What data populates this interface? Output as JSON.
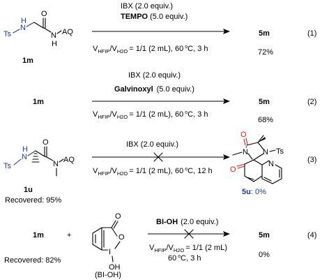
{
  "scheme": {
    "r1": {
      "reactant_ts": "Ts",
      "reactant_n": "N",
      "reactant_h": "H",
      "reactant_o": "O",
      "reactant_nh": "N",
      "reactant_h2": "H",
      "reactant_aq": "AQ",
      "reactant_label": "1m",
      "reagent1": "IBX (2.0 equiv.)",
      "reagent2_name": "TEMPO",
      "reagent2_amount": "(5.0 equiv.)",
      "cond_v": "V",
      "cond_hfip": "HFIP",
      "cond_slash": "/V",
      "cond_h2o": "H2O",
      "cond_rest": "= 1/1 (2 mL), 60",
      "cond_deg": "o",
      "cond_end": "C, 3 h",
      "product": "5m",
      "yield": "72%",
      "number": "(1)"
    },
    "r2": {
      "reactant_label": "1m",
      "reagent1": "IBX (2.0 equiv.)",
      "reagent2_name": "Galvinoxyl",
      "reagent2_amount": "(5.0 equiv.)",
      "cond_v": "V",
      "cond_hfip": "HFIP",
      "cond_slash": "/V",
      "cond_h2o": "H2O",
      "cond_rest": "= 1/1 (2 mL), 60",
      "cond_deg": "o",
      "cond_end": "C, 3 h",
      "product": "5m",
      "yield": "68%",
      "number": "(2)"
    },
    "r3": {
      "reactant_ts": "Ts",
      "reactant_n": "N",
      "reactant_h": "H",
      "reactant_o": "O",
      "reactant_n2": "N",
      "reactant_aq": "AQ",
      "reactant_label": "1u",
      "recovered": "Recovered: 95%",
      "reagent1": "IBX (2.0 equiv.)",
      "cond_v": "V",
      "cond_hfip": "HFIP",
      "cond_slash": "/V",
      "cond_h2o": "H2O",
      "cond_rest": "= 1/1 (2 mL), 60",
      "cond_deg": "o",
      "cond_end": "C, 12 h",
      "product_o1": "O",
      "product_n1": "N",
      "product_n2": "N",
      "product_ts": "Ts",
      "product_o2": "O",
      "product_n3": "N",
      "product_label": "5u",
      "product_yield": ": 0%",
      "number": "(3)"
    },
    "r4": {
      "reactant_label": "1m",
      "plus": "+",
      "recovered": "Recovered: 82%",
      "biooh_o1": "O",
      "biooh_o2": "O",
      "biooh_i": "I",
      "biooh_oh": "OH",
      "biooh_label": "(BI-OH)",
      "reagent_name": "BI-OH",
      "reagent_amount": "(2.0 equiv.)",
      "cond_v": "V",
      "cond_hfip": "HFIP",
      "cond_slash": "/V",
      "cond_h2o": "H2O",
      "cond_rest": "= 1/1 (2 mL)",
      "cond_line2a": "60",
      "cond_deg": "o",
      "cond_line2b": "C, 3 h",
      "product": "5m",
      "yield": "0%",
      "number": "(4)"
    }
  }
}
